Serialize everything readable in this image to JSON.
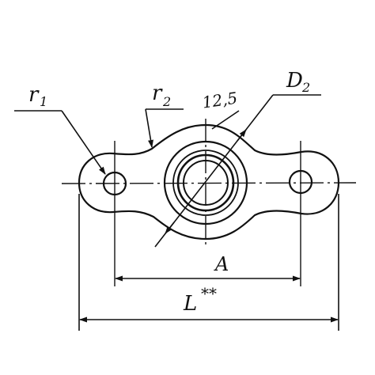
{
  "labels": {
    "r1": "r",
    "r1_sub": "1",
    "r2": "r",
    "r2_sub": "2",
    "value_125": "12,5",
    "d2": "D",
    "d2_sub": "2",
    "dim_a": "A",
    "dim_l": "L",
    "dim_l_sup": "**"
  }
}
